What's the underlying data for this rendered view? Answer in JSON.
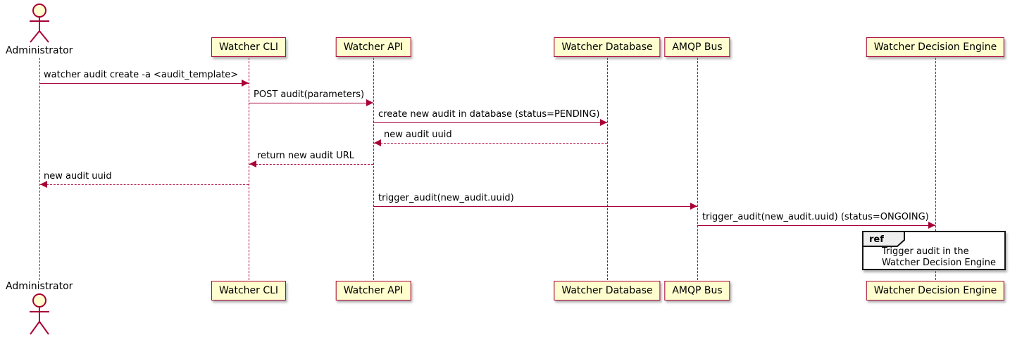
{
  "diagram_type": "plantuml-sequence",
  "colors": {
    "participant_fill": "#FEFECE",
    "participant_border": "#A80036",
    "line_color": "#A80036",
    "text_color": "#000000",
    "ref_border": "#151515",
    "ref_tab_fill": "#EEEEEE"
  },
  "actor": {
    "label": "Administrator"
  },
  "participants": [
    {
      "label": "Watcher CLI"
    },
    {
      "label": "Watcher API"
    },
    {
      "label": "Watcher Database"
    },
    {
      "label": "AMQP Bus"
    },
    {
      "label": "Watcher Decision Engine"
    }
  ],
  "messages": [
    {
      "from": "Administrator",
      "to": "Watcher CLI",
      "label": "watcher audit create -a <audit_template>",
      "line": "solid",
      "direction": "right"
    },
    {
      "from": "Watcher CLI",
      "to": "Watcher API",
      "label": "POST audit(parameters)",
      "line": "solid",
      "direction": "right"
    },
    {
      "from": "Watcher API",
      "to": "Watcher Database",
      "label": "create new audit in database (status=PENDING)",
      "line": "solid",
      "direction": "right"
    },
    {
      "from": "Watcher Database",
      "to": "Watcher API",
      "label": "new audit uuid",
      "line": "dashed",
      "direction": "left"
    },
    {
      "from": "Watcher API",
      "to": "Watcher CLI",
      "label": "return new audit URL",
      "line": "dashed",
      "direction": "left"
    },
    {
      "from": "Watcher CLI",
      "to": "Administrator",
      "label": "new audit uuid",
      "line": "dashed",
      "direction": "left"
    },
    {
      "from": "Watcher API",
      "to": "AMQP Bus",
      "label": "trigger_audit(new_audit.uuid)",
      "line": "solid",
      "direction": "right"
    },
    {
      "from": "AMQP Bus",
      "to": "Watcher Decision Engine",
      "label": "trigger_audit(new_audit.uuid) (status=ONGOING)",
      "line": "solid",
      "direction": "right"
    }
  ],
  "ref_fragment": {
    "keyword": "ref",
    "over": "Watcher Decision Engine",
    "line1": "Trigger audit in the",
    "line2": "Watcher Decision Engine"
  }
}
